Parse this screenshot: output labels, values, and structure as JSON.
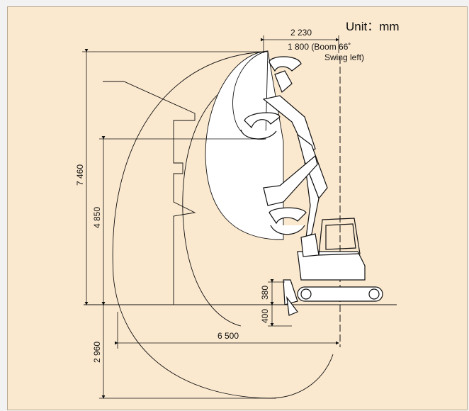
{
  "unit_label": "Unit：mm",
  "dims": {
    "top_width": "2 230",
    "min_swing_radius": "1 800 (Boom 66˚",
    "min_swing_radius_2": "Swing left)",
    "max_height": "7 460",
    "max_dump_height": "4 850",
    "blade_up": "380",
    "blade_down": "400",
    "max_reach": "6 500",
    "max_depth": "2 960"
  },
  "colors": {
    "background": "#fbe9cf",
    "line": "#111111"
  }
}
